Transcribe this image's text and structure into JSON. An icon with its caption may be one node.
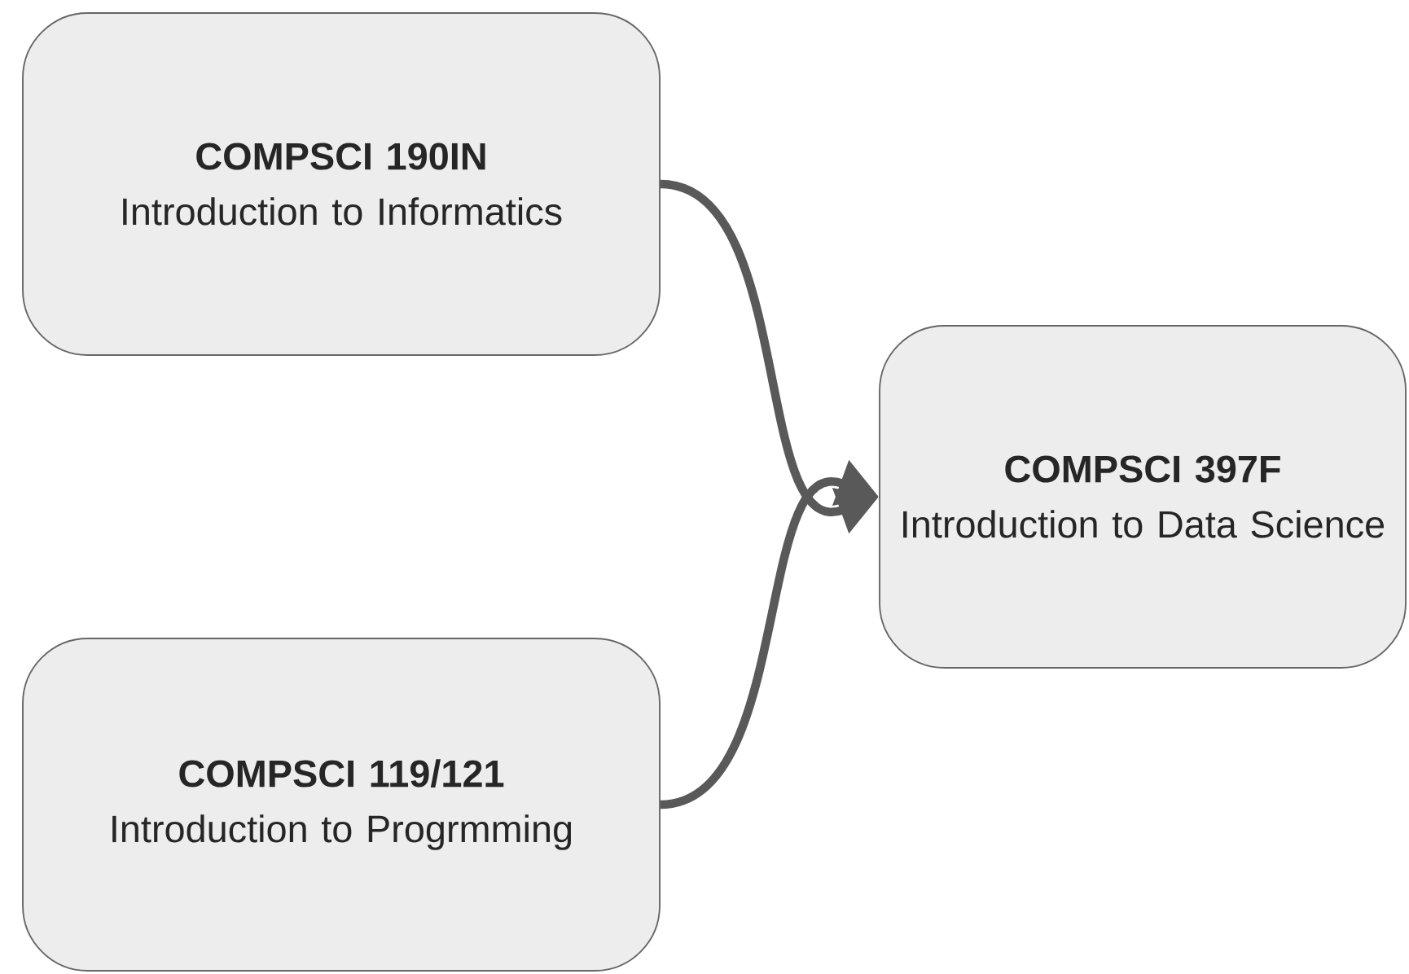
{
  "diagram": {
    "nodes": [
      {
        "text": [
          "COMPSCI 190IN",
          "Introduction to Informatics"
        ]
      },
      {
        "text": [
          "COMPSCI 119/121",
          "Introduction to Progrmming"
        ]
      },
      {
        "text": [
          "COMPSCI 397F",
          "Introduction to Data Science"
        ]
      }
    ],
    "edges": [
      {
        "from": 0,
        "to": 2,
        "arrow": "to"
      },
      {
        "from": 1,
        "to": 2,
        "arrow": "to"
      }
    ]
  }
}
